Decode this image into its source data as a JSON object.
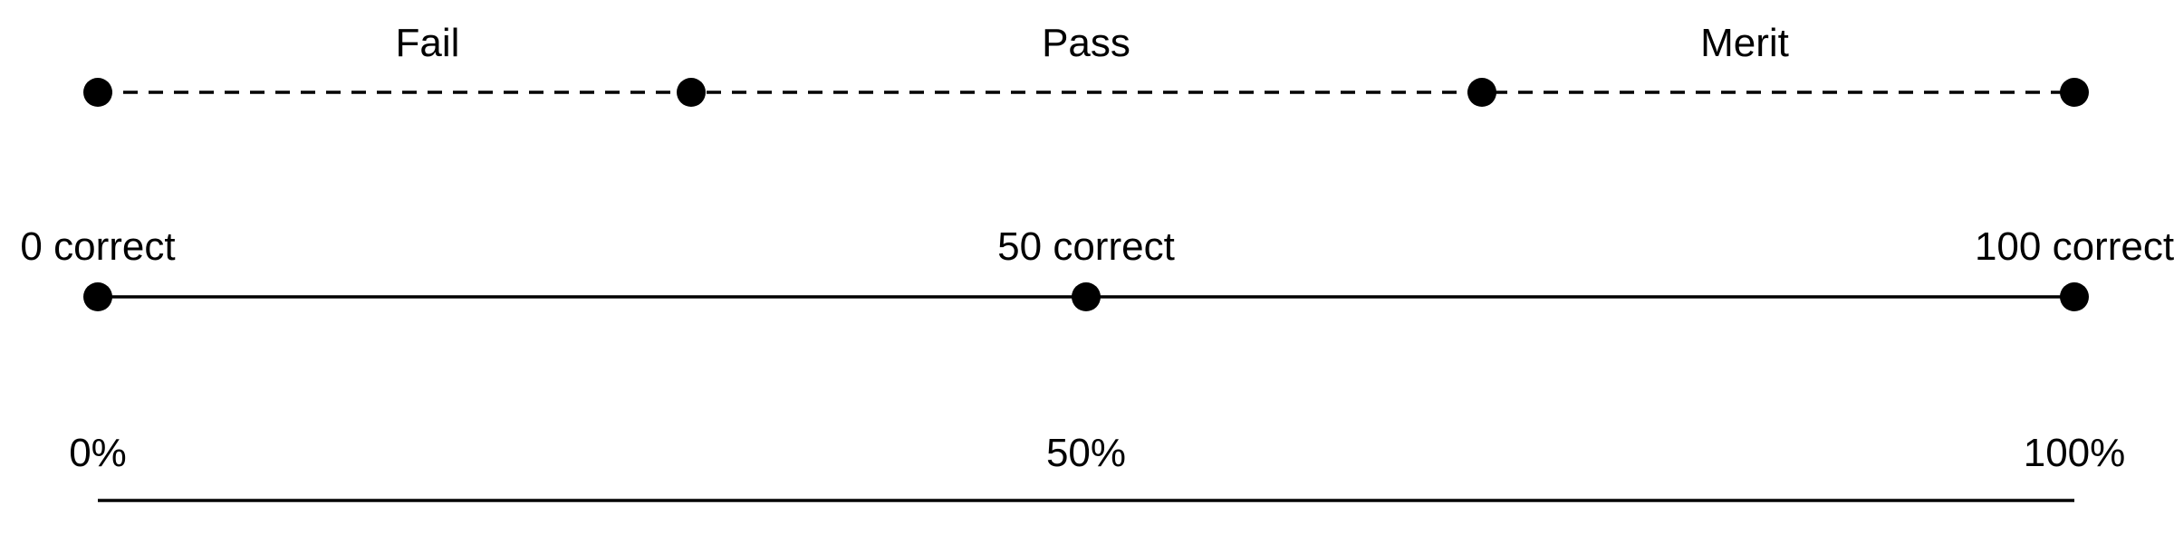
{
  "grades": {
    "labels": [
      "Fail",
      "Pass",
      "Merit"
    ],
    "boundaries_percent": [
      0,
      30,
      70,
      100
    ],
    "line_style": "dashed"
  },
  "scores": {
    "labels": [
      "0 correct",
      "50 correct",
      "100 correct"
    ],
    "values_percent": [
      0,
      50,
      100
    ],
    "line_style": "solid"
  },
  "percent_axis": {
    "labels": [
      "0%",
      "50%",
      "100%"
    ],
    "values_percent": [
      0,
      50,
      100
    ]
  },
  "colors": {
    "ink": "#000000",
    "background": "#ffffff"
  }
}
